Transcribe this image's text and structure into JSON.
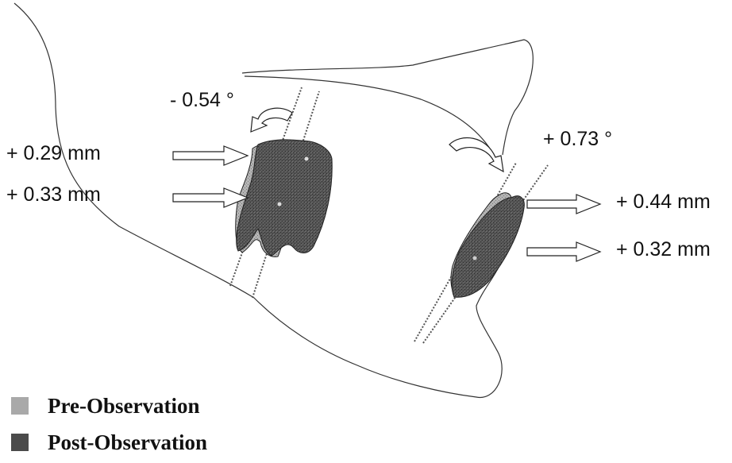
{
  "annotations": {
    "rotation_molar": "- 0.54 °",
    "rotation_premolar": "+ 0.73 °",
    "molar_upper_displacement": "+ 0.29 mm",
    "molar_lower_displacement": "+ 0.33 mm",
    "premolar_upper_displacement": "+ 0.44 mm",
    "premolar_lower_displacement": "+ 0.32 mm"
  },
  "legend": {
    "pre_label": "Pre-Observation",
    "post_label": "Post-Observation"
  },
  "colors": {
    "pre": "#a9a9a9",
    "post": "#4b4b4b",
    "outline": "#222222"
  }
}
